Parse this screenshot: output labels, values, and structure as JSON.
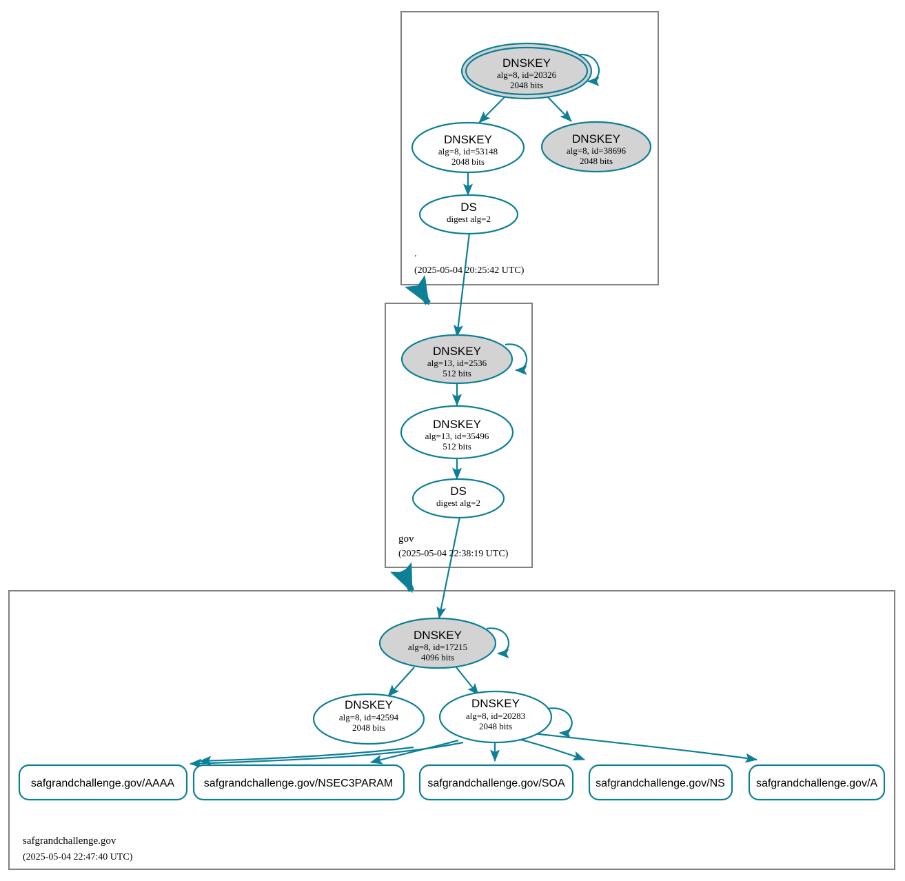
{
  "diagram": {
    "kind": "dnssec-authentication-chain",
    "colors": {
      "edge": "#0d7f96",
      "node_stroke": "#0d7f96",
      "node_fill_secure": "#d3d3d3",
      "node_fill_plain": "#ffffff",
      "zone_border": "#808080",
      "background": "#ffffff",
      "text": "#000000"
    }
  },
  "zones": [
    {
      "id": "root",
      "name": ".",
      "timestamp": "(2025-05-04 20:25:42 UTC)",
      "nodes": [
        {
          "id": "root-ksk",
          "type": "DNSKEY",
          "title": "DNSKEY",
          "line2": "alg=8, id=20326",
          "line3": "2048 bits",
          "shaded": true,
          "trust_anchor": true,
          "self_sign": true
        },
        {
          "id": "root-zsk-53148",
          "type": "DNSKEY",
          "title": "DNSKEY",
          "line2": "alg=8, id=53148",
          "line3": "2048 bits",
          "shaded": false,
          "trust_anchor": false,
          "self_sign": false
        },
        {
          "id": "root-zsk-38696",
          "type": "DNSKEY",
          "title": "DNSKEY",
          "line2": "alg=8, id=38696",
          "line3": "2048 bits",
          "shaded": true,
          "trust_anchor": false,
          "self_sign": false
        },
        {
          "id": "root-ds",
          "type": "DS",
          "title": "DS",
          "line2": "digest alg=2",
          "line3": "",
          "shaded": false,
          "trust_anchor": false,
          "self_sign": false
        }
      ]
    },
    {
      "id": "gov",
      "name": "gov",
      "timestamp": "(2025-05-04 22:38:19 UTC)",
      "nodes": [
        {
          "id": "gov-ksk",
          "type": "DNSKEY",
          "title": "DNSKEY",
          "line2": "alg=13, id=2536",
          "line3": "512 bits",
          "shaded": true,
          "trust_anchor": false,
          "self_sign": true
        },
        {
          "id": "gov-zsk-35496",
          "type": "DNSKEY",
          "title": "DNSKEY",
          "line2": "alg=13, id=35496",
          "line3": "512 bits",
          "shaded": false,
          "trust_anchor": false,
          "self_sign": false
        },
        {
          "id": "gov-ds",
          "type": "DS",
          "title": "DS",
          "line2": "digest alg=2",
          "line3": "",
          "shaded": false,
          "trust_anchor": false,
          "self_sign": false
        }
      ]
    },
    {
      "id": "leaf",
      "name": "safgrandchallenge.gov",
      "timestamp": "(2025-05-04 22:47:40 UTC)",
      "nodes": [
        {
          "id": "leaf-ksk",
          "type": "DNSKEY",
          "title": "DNSKEY",
          "line2": "alg=8, id=17215",
          "line3": "4096 bits",
          "shaded": true,
          "trust_anchor": false,
          "self_sign": true
        },
        {
          "id": "leaf-zsk-42594",
          "type": "DNSKEY",
          "title": "DNSKEY",
          "line2": "alg=8, id=42594",
          "line3": "2048 bits",
          "shaded": false,
          "trust_anchor": false,
          "self_sign": false
        },
        {
          "id": "leaf-zsk-20283",
          "type": "DNSKEY",
          "title": "DNSKEY",
          "line2": "alg=8, id=20283",
          "line3": "2048 bits",
          "shaded": false,
          "trust_anchor": false,
          "self_sign": true
        }
      ],
      "rrsets": [
        {
          "id": "rr-aaaa",
          "label": "safgrandchallenge.gov/AAAA"
        },
        {
          "id": "rr-nsec3param",
          "label": "safgrandchallenge.gov/NSEC3PARAM"
        },
        {
          "id": "rr-soa",
          "label": "safgrandchallenge.gov/SOA"
        },
        {
          "id": "rr-ns",
          "label": "safgrandchallenge.gov/NS"
        },
        {
          "id": "rr-a",
          "label": "safgrandchallenge.gov/A"
        }
      ]
    }
  ]
}
